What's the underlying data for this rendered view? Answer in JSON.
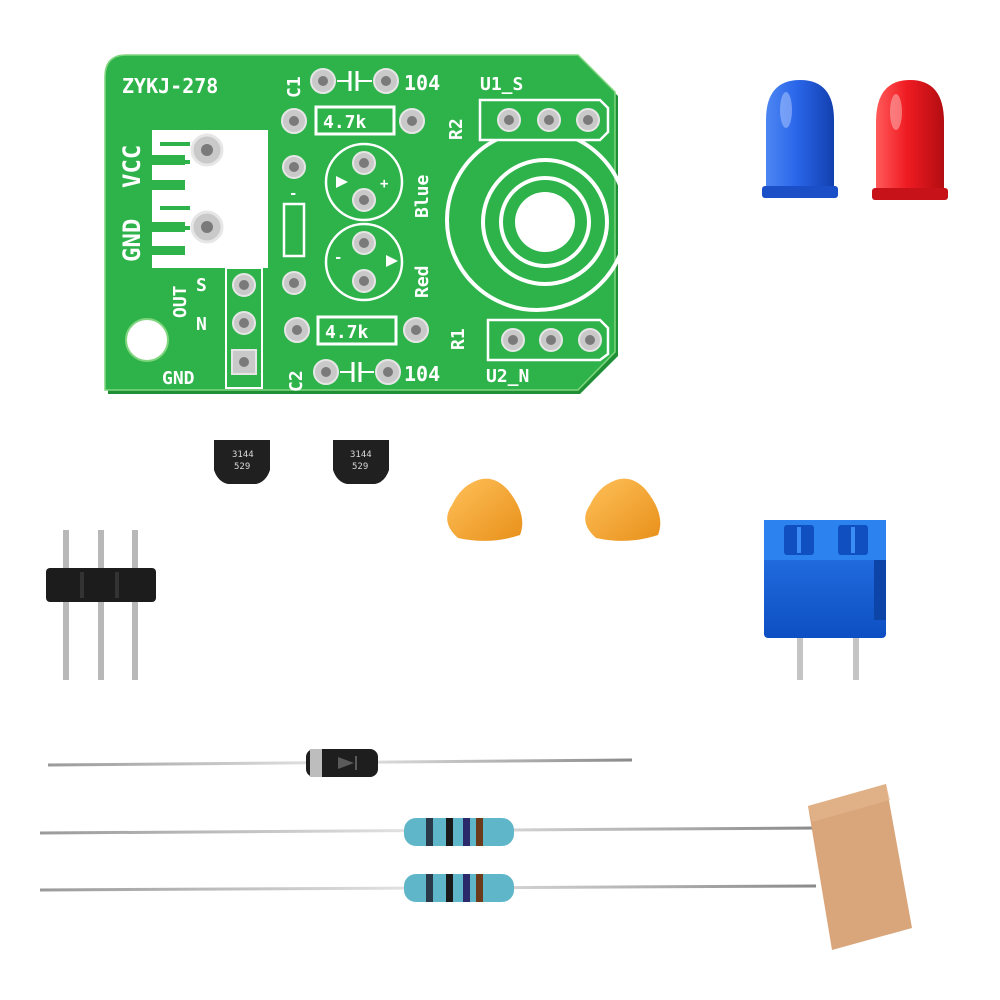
{
  "pcb": {
    "board_name": "ZYKJ-278",
    "power_labels": [
      "GND",
      "VCC"
    ],
    "c1_label": "C1",
    "c2_label": "C2",
    "cap_value_top": "104",
    "cap_value_bottom": "104",
    "r_value_top": "4.7k",
    "r_value_bottom": "4.7k",
    "r2_label": "R2",
    "r1_label": "R1",
    "blue_label": "Blue",
    "red_label": "Red",
    "u1_label": "U1_S",
    "u2_label": "U2_N",
    "out_label": "OUT",
    "pin_s": "S",
    "pin_n": "N",
    "pin_gnd": "GND",
    "plus": "+",
    "minus": "-"
  },
  "hall_sensor": {
    "marking_line1": "3144",
    "marking_line2": "529"
  },
  "colors": {
    "pcb_green": "#2db34a",
    "pcb_edge": "#1f8f36",
    "led_blue": "#1f5fe0",
    "led_red": "#e8141e",
    "capacitor_orange": "#f5a623",
    "terminal_blue": "#1560d8",
    "resistor_body": "#5fb6c9",
    "tape_paper": "#d9a57a"
  }
}
